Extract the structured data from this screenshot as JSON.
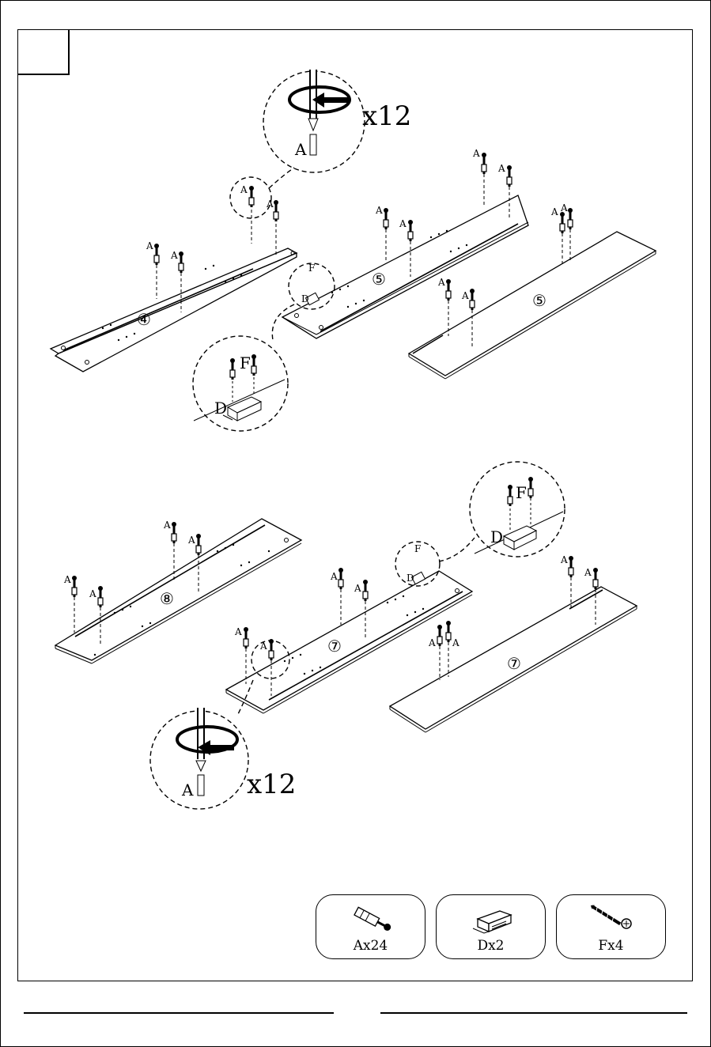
{
  "step_number": "",
  "callouts": {
    "top_multiplier": "x12",
    "bottom_multiplier": "x12",
    "label_A": "A",
    "label_D": "D",
    "label_F": "F"
  },
  "panels": {
    "top_left": "④",
    "top_middle": "⑤",
    "top_right": "⑤",
    "bottom_left": "⑧",
    "bottom_middle": "⑦",
    "bottom_right": "⑦"
  },
  "parts": [
    {
      "icon": "cam-bolt-icon",
      "label": "Ax24"
    },
    {
      "icon": "catch-icon",
      "label": "Dx2"
    },
    {
      "icon": "screw-icon",
      "label": "Fx4"
    }
  ]
}
